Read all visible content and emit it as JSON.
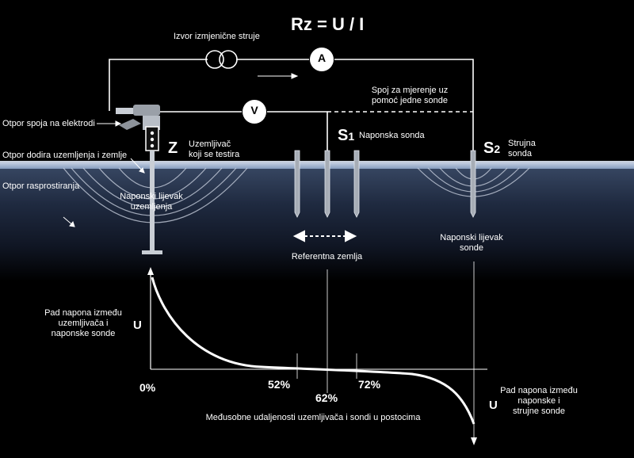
{
  "formula": "Rz = U / I",
  "source_label": "Izvor izmjenične struje",
  "ammeter_symbol": "A",
  "voltmeter_symbol": "V",
  "single_probe_note": "Spoj za mjerenje uz\npomoć jedne sonde",
  "labels": {
    "connection_resistance": "Otpor spoja na elektrodi",
    "contact_resistance": "Otpor dodira uzemljenja i zemlje",
    "spreading_resistance": "Otpor rasprostiranja",
    "z_letter": "Z",
    "z_text": "Uzemljivač\nkoji se testira",
    "s1_letter": "S",
    "s1_sub": "1",
    "s1_text": "Naponska sonda",
    "s2_letter": "S",
    "s2_sub": "2",
    "s2_text": "Strujna\nsonda",
    "funnel_earth": "Naponski lijevak\nuzemljenja",
    "funnel_probe": "Naponski lijevak\nsonde",
    "reference_earth": "Referentna zemlja",
    "drop_left": "Pad napona između\nuzemljivača i\nnaponske sonde",
    "drop_right": "Pad napona između\nnaponske i\nstrujne sonde",
    "u_left": "U",
    "u_right": "U",
    "x_caption": "Međusobne udaljenosti uzemljivača i sondi u postocima"
  },
  "percents": {
    "p0": "0%",
    "p52": "52%",
    "p62": "62%",
    "p72": "72%"
  },
  "colors": {
    "soil": "#1f2a40",
    "surface": "#e7eefb",
    "wire": "#ffffff",
    "equipotential": "#cfd6e4"
  }
}
